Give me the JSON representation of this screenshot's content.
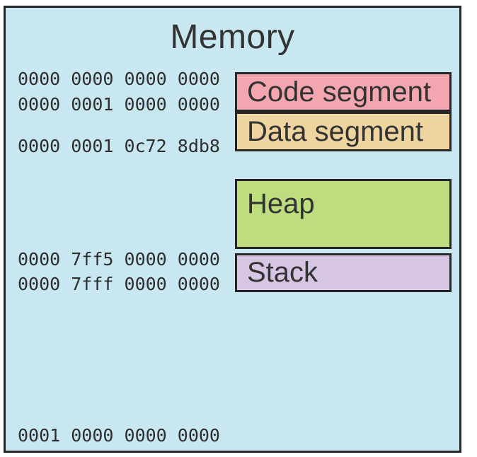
{
  "diagram": {
    "title": "Memory",
    "background_color": "#c8e7f0",
    "border_color": "#262626",
    "text_color": "#333333"
  },
  "addresses": [
    "0000 0000 0000 0000",
    "0000 0001 0000 0000",
    "0000 0001 0c72 8db8",
    "0000 7ff5 0000 0000",
    "0000 7fff 0000 0000",
    "0001 0000 0000 0000"
  ],
  "segments": [
    {
      "label": "Code segment",
      "color": "#f4a6b0"
    },
    {
      "label": "Data segment",
      "color": "#eed5a0"
    },
    {
      "label": "Heap",
      "color": "#bedd7e"
    },
    {
      "label": "Stack",
      "color": "#d6c6e4"
    }
  ]
}
